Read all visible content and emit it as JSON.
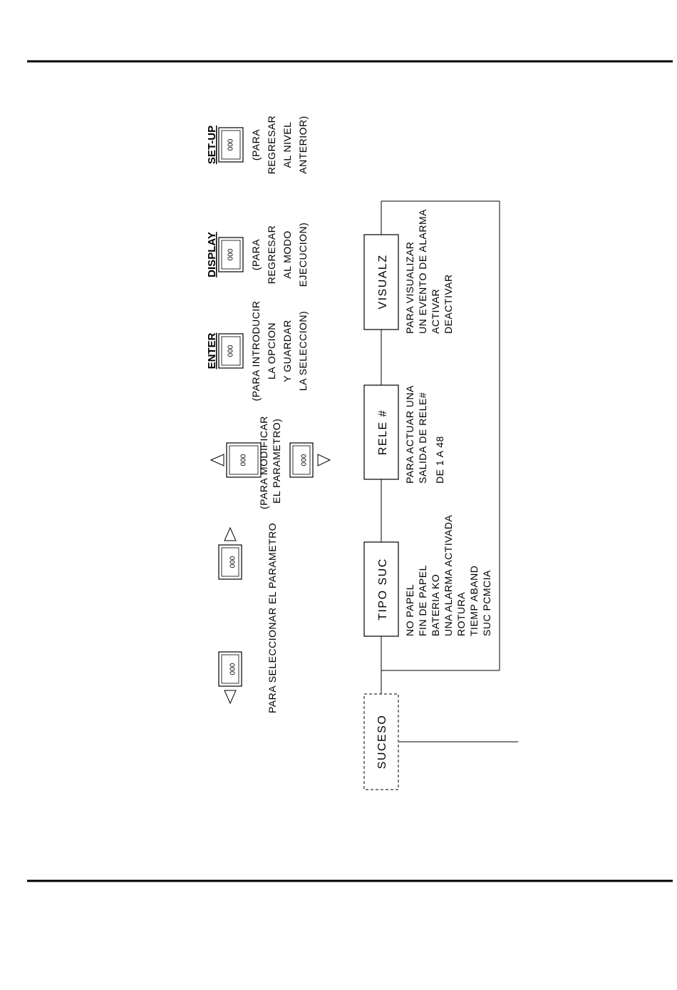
{
  "keys": {
    "arrow_up_left": {
      "face": "000"
    },
    "arrow_up_right": {
      "face": "000"
    },
    "modify_up": {
      "face": "000"
    },
    "modify_down": {
      "face": "000"
    },
    "select_caption": "PARA SELECCIONAR EL PARAMETRO",
    "modify_caption": [
      "(PARA MODIFICAR",
      "EL PARAMETRO)"
    ],
    "enter": {
      "title": "ENTER",
      "face": "000",
      "caption": [
        "(PARA INTRODUCIR",
        "LA OPCION",
        "Y GUARDAR",
        "LA SELECCION)"
      ]
    },
    "display": {
      "title": "DISPLAY",
      "face": "000",
      "caption": [
        "(PARA",
        "REGRESAR",
        "AL MODO",
        "EJECUCION)"
      ]
    },
    "setup": {
      "title": "SET-UP",
      "face": "000",
      "caption": [
        "(PARA",
        "REGRESAR",
        "AL NIVEL",
        "ANTERIOR)"
      ]
    }
  },
  "flow": {
    "root": "SUCESO",
    "tipo_suc": {
      "label": "TIPO SUC",
      "options": [
        "NO PAPEL",
        "FIN DE PAPEL",
        "BATERIA KO",
        "UNA ALARMA ACTIVADA",
        "ROTURA",
        "TIEMP ABAND",
        "SUC PCMCIA"
      ]
    },
    "rele": {
      "label": "RELE #",
      "desc": [
        "PARA ACTUAR UNA",
        "SALIDA DE RELE#",
        "DE 1 A 48"
      ]
    },
    "visualz": {
      "label": "VISUALZ",
      "desc": [
        "PARA VISUALIZAR",
        "UN EVENTO DE ALARMA",
        "ACTIVAR",
        "DEACTIVAR"
      ]
    }
  }
}
